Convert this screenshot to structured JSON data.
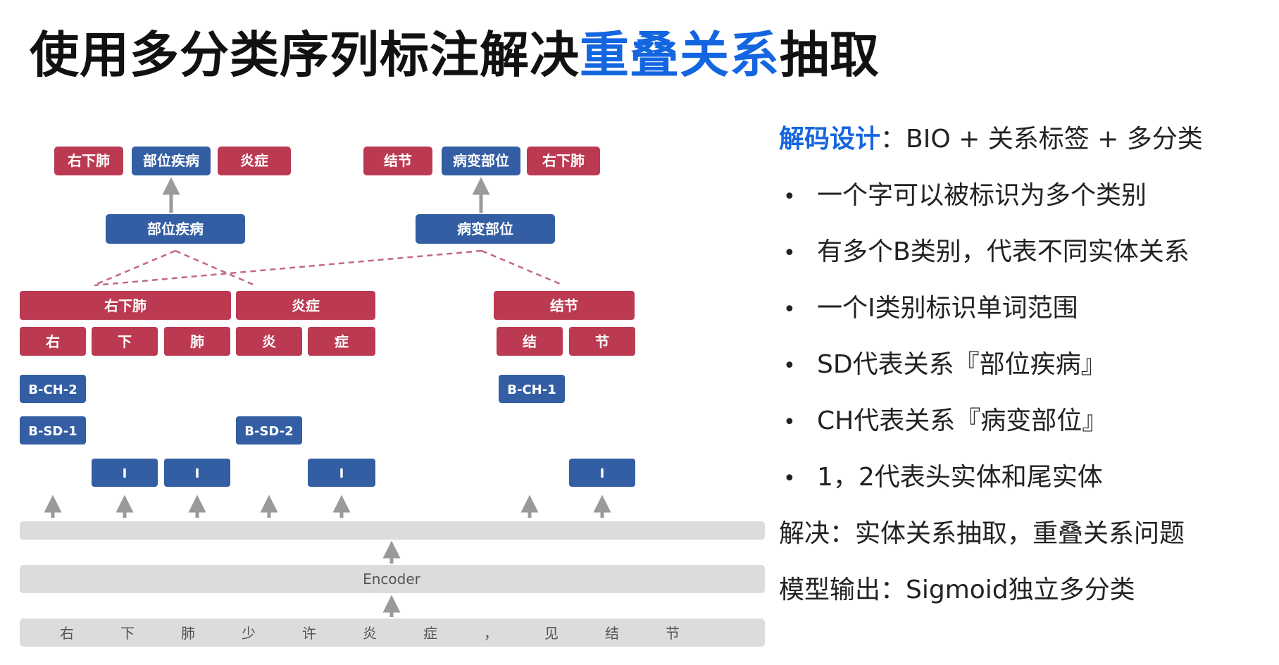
{
  "title": {
    "part1": "使用多分类序列标注解决",
    "highlight": "重叠关系",
    "part2": "抽取"
  },
  "colors": {
    "red": "#bb3a52",
    "blue": "#335ea3",
    "gray": "#dcdcdc",
    "arrow": "#9a9a9a",
    "title_blue": "#1466e0"
  },
  "diagram": {
    "output_left": [
      "右下肺",
      "部位疾病",
      "炎症"
    ],
    "output_right": [
      "结节",
      "病变部位",
      "右下肺"
    ],
    "relation_left": "部位疾病",
    "relation_right": "病变部位",
    "entities": [
      "右下肺",
      "炎症",
      "结节"
    ],
    "chars": [
      "右",
      "下",
      "肺",
      "炎",
      "症",
      "结",
      "节"
    ],
    "tags": {
      "b_ch_2": "B-CH-2",
      "b_sd_1": "B-SD-1",
      "b_sd_2": "B-SD-2",
      "b_ch_1": "B-CH-1",
      "i_1": "I",
      "i_2": "I",
      "i_3": "I",
      "i_4": "I"
    },
    "encoder": "Encoder",
    "input_tokens": [
      "右",
      "下",
      "肺",
      "少",
      "许",
      "炎",
      "症",
      "，",
      "见",
      "结",
      "节"
    ]
  },
  "panel": {
    "head_highlight": "解码设计",
    "head_rest": "：BIO + 关系标签 + 多分类",
    "bullets": [
      "一个字可以被标识为多个类别",
      "有多个B类别，代表不同实体关系",
      "一个I类别标识单词范围",
      "SD代表关系『部位疾病』",
      "CH代表关系『病变部位』",
      "1，2代表头实体和尾实体"
    ],
    "bullet_symbol": "•",
    "solve": "解决：实体关系抽取，重叠关系问题",
    "model_output": "模型输出：Sigmoid独立多分类"
  }
}
